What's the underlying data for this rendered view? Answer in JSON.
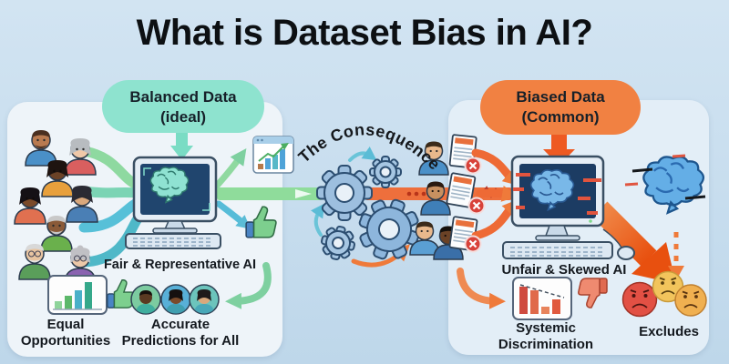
{
  "title": "What is Dataset Bias in AI?",
  "balanced_side": {
    "badge_line1": "Balanced Data",
    "badge_line2": "(ideal)",
    "ai_label": "Fair & Representative AI",
    "outcome_equal_line1": "Equal",
    "outcome_equal_line2": "Opportunities",
    "outcome_accurate_line1": "Accurate",
    "outcome_accurate_line2": "Predictions for All"
  },
  "consequences_label": "The Consequences",
  "biased_side": {
    "badge_line1": "Biased Data",
    "badge_line2": "(Common)",
    "ai_label": "Unfair & Skewed AI",
    "outcome_systemic_line1": "Systemic",
    "outcome_systemic_line2": "Discrimination",
    "outcome_excludes": "Excludes"
  },
  "colors": {
    "background": "#c7ddee",
    "panel_left": "#eef4f9",
    "panel_right": "#e3eef7",
    "balanced_badge": "#8ee3cf",
    "biased_badge": "#f18142",
    "green_arrow": "#8fd9a0",
    "teal_arrow": "#56bcd8",
    "orange_arrow": "#ee6f3c",
    "gear_blue": "#9dbfdf",
    "screen_navy": "#20456e",
    "brain_teal": "#8fe2d2",
    "brain_blue": "#6fb4e8",
    "reject_red": "#d8423a",
    "title_text": "#0d1013"
  },
  "icons": {
    "diverse_people_group": "people-group-icon",
    "fair_ai_computer": "computer-brain-icon",
    "growth_chart": "growth-chart-icon",
    "thumbs_up": "thumbs-up-icon",
    "gears": "gears-icon",
    "rejected_documents": "document-x-icon",
    "biased_ai_computer": "computer-brain-glitch-icon",
    "brain": "brain-icon",
    "declining_chart": "declining-chart-icon",
    "thumbs_down": "thumbs-down-icon",
    "sad_faces": "sad-face-icons",
    "ascending_bars": "equal-opportunity-chart-icon"
  }
}
